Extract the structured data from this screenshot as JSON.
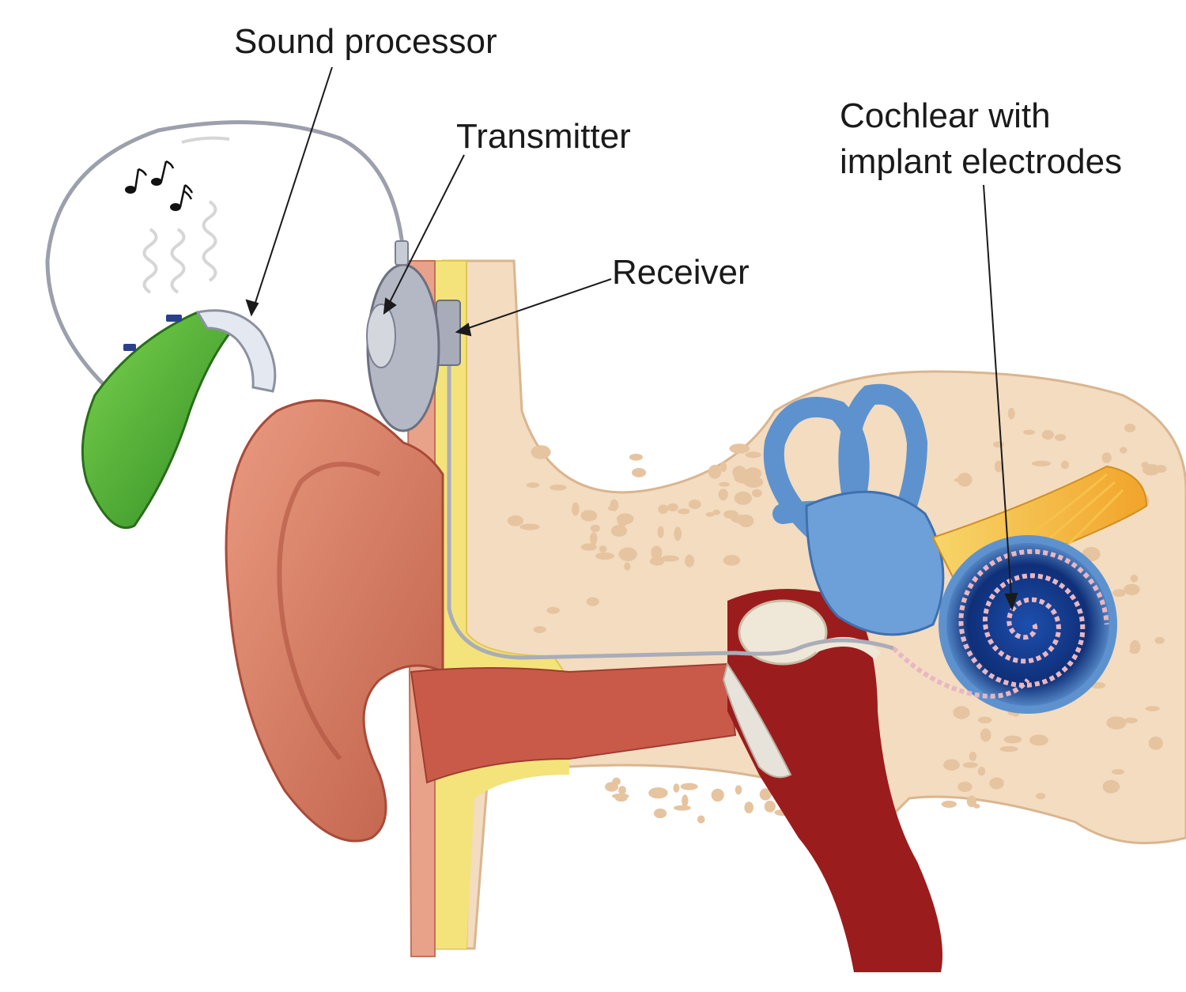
{
  "labels": {
    "sound_processor": "Sound processor",
    "transmitter": "Transmitter",
    "receiver": "Receiver",
    "cochlear_line1": "Cochlear with",
    "cochlear_line2": "implant electrodes"
  },
  "colors": {
    "skin": "#d77b62",
    "skin_dark": "#b8503d",
    "bone": "#f3dcc0",
    "bone_spot": "#e6c4a0",
    "fat": "#f4e37a",
    "canal": "#c95a4a",
    "middle_ear": "#9b1c1c",
    "processor_green": "#4ca832",
    "device_gray": "#b4b8c4",
    "labyrinth_blue": "#5d92cf",
    "cochlea_dark": "#0f2f78",
    "nerve_yellow": "#f2b33a",
    "leader_line": "#1a1a1a"
  },
  "icons": [
    "music-notes-icon",
    "sound-wave-icon"
  ]
}
